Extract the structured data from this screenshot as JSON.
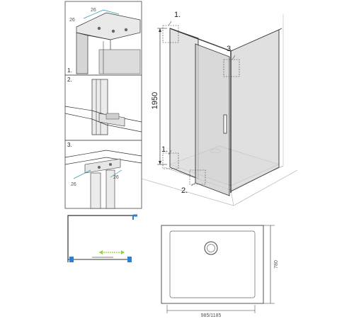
{
  "details": {
    "detail1": "1.",
    "detail2": "2.",
    "detail3": "3.",
    "dim_top_a": "26",
    "dim_top_b": "26",
    "dim_bottom_a": "26",
    "dim_bottom_b": "26"
  },
  "main_view": {
    "height": "1950",
    "callout1_top": "1.",
    "callout1_bottom": "1.",
    "callout2": "2.",
    "callout3": "3."
  },
  "plan_view": {
    "depth": "780",
    "width": "985/1185"
  },
  "colors": {
    "line": "#333333",
    "glass": "#cfcfcf",
    "accent": "#8fd13f",
    "blue": "#2a7fd6"
  }
}
